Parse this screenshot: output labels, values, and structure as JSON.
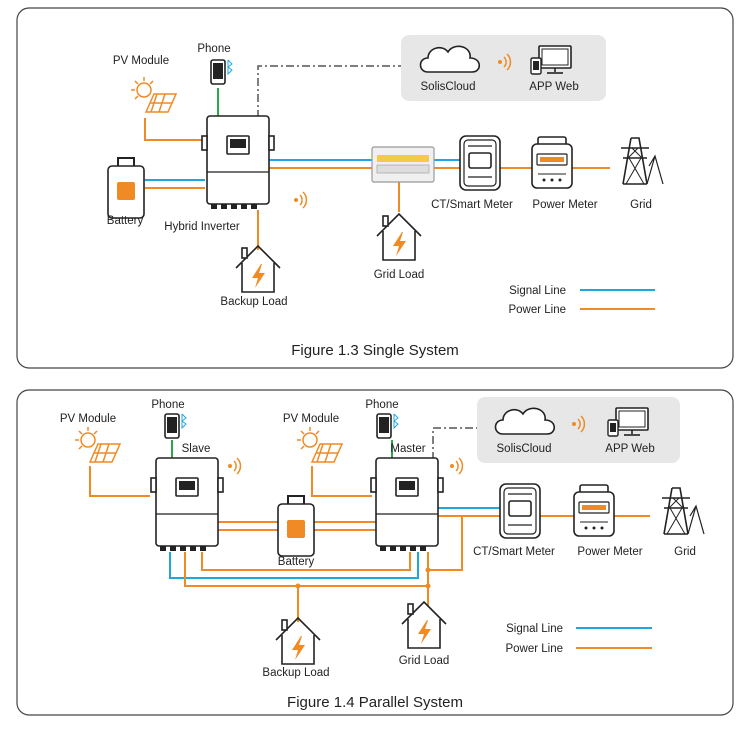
{
  "colors": {
    "power_line": "#f08a24",
    "signal_line": "#1fa7e0",
    "phone_link": "#2aa84a",
    "cloud_box": "#e7e7e7"
  },
  "fig1": {
    "caption": "Figure 1.3 Single System",
    "pv_module": "PV Module",
    "phone": "Phone",
    "cloud": "SolisCloud",
    "app_web": "APP Web",
    "battery": "Battery",
    "hybrid_inverter": "Hybrid Inverter",
    "backup_load": "Backup Load",
    "grid_load": "Grid Load",
    "ct_meter": "CT/Smart Meter",
    "power_meter": "Power Meter",
    "grid": "Grid",
    "legend_signal": "Signal Line",
    "legend_power": "Power Line"
  },
  "fig2": {
    "caption": "Figure 1.4 Parallel System",
    "pv_module_1": "PV Module",
    "pv_module_2": "PV Module",
    "phone_1": "Phone",
    "phone_2": "Phone",
    "slave": "Slave",
    "master": "Master",
    "cloud": "SolisCloud",
    "app_web": "APP Web",
    "battery": "Battery",
    "backup_load": "Backup Load",
    "grid_load": "Grid Load",
    "ct_meter": "CT/Smart Meter",
    "power_meter": "Power Meter",
    "grid": "Grid",
    "legend_signal": "Signal Line",
    "legend_power": "Power Line"
  }
}
